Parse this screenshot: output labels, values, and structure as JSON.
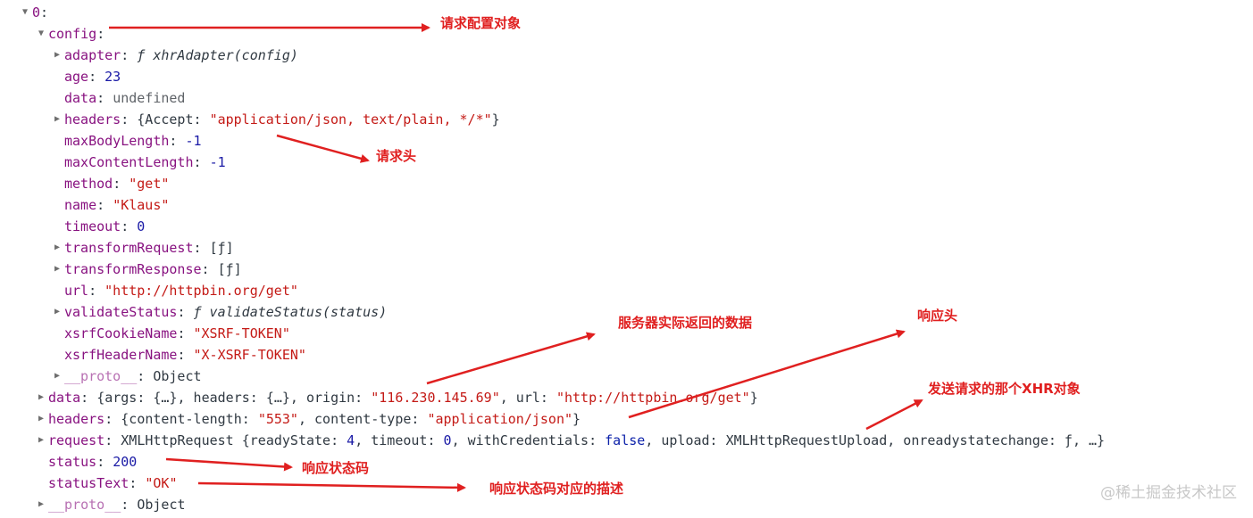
{
  "root": {
    "toggle": "▼",
    "key": "0",
    "colon": ":"
  },
  "config": {
    "toggle": "▼",
    "key": "config",
    "colon": ":",
    "adapter": {
      "key": "adapter",
      "value": "ƒ xhrAdapter(config)"
    },
    "age": {
      "key": "age",
      "value": "23"
    },
    "data": {
      "key": "data",
      "value": "undefined"
    },
    "headers": {
      "key": "headers",
      "open": "{Accept: ",
      "value": "\"application/json, text/plain, */*\"",
      "close": "}"
    },
    "maxBodyLength": {
      "key": "maxBodyLength",
      "value": "-1"
    },
    "maxContentLength": {
      "key": "maxContentLength",
      "value": "-1"
    },
    "method": {
      "key": "method",
      "value": "\"get\""
    },
    "name": {
      "key": "name",
      "value": "\"Klaus\""
    },
    "timeout": {
      "key": "timeout",
      "value": "0"
    },
    "transformRequest": {
      "key": "transformRequest",
      "value": "[ƒ]"
    },
    "transformResponse": {
      "key": "transformResponse",
      "value": "[ƒ]"
    },
    "url": {
      "key": "url",
      "value": "\"http://httpbin.org/get\""
    },
    "validateStatus": {
      "key": "validateStatus",
      "value": "ƒ validateStatus(status)"
    },
    "xsrfCookieName": {
      "key": "xsrfCookieName",
      "value": "\"XSRF-TOKEN\""
    },
    "xsrfHeaderName": {
      "key": "xsrfHeaderName",
      "value": "\"X-XSRF-TOKEN\""
    },
    "proto": {
      "key": "__proto__",
      "value": "Object"
    }
  },
  "response": {
    "data": {
      "key": "data",
      "part1": "{args: {…}, headers: {…}, origin: ",
      "origin": "\"116.230.145.69\"",
      "part2": ", url: ",
      "url": "\"http://httpbin.org/get\"",
      "close": "}"
    },
    "headers": {
      "key": "headers",
      "part1": "{content-length: ",
      "length": "\"553\"",
      "part2": ", content-type: ",
      "type": "\"application/json\"",
      "close": "}"
    },
    "request": {
      "key": "request",
      "part1": "XMLHttpRequest {readyState: ",
      "readyState": "4",
      "part2": ", timeout: ",
      "timeout": "0",
      "part3": ", withCredentials: ",
      "withCredentials": "false",
      "part4": ", upload: XMLHttpRequestUpload, onreadystatechange: ƒ, …}"
    },
    "status": {
      "key": "status",
      "value": "200"
    },
    "statusText": {
      "key": "statusText",
      "value": "\"OK\""
    },
    "proto": {
      "key": "__proto__",
      "value": "Object"
    }
  },
  "annotations": {
    "config": "请求配置对象",
    "headers": "请求头",
    "data": "服务器实际返回的数据",
    "response_headers": "响应头",
    "request": "发送请求的那个XHR对象",
    "status": "响应状态码",
    "statusText": "响应状态码对应的描述"
  },
  "watermark": "@稀土掘金技术社区",
  "colors": {
    "key": "#881280",
    "number": "#1a1aa6",
    "string": "#c41a16",
    "annotation": "#e02020"
  }
}
